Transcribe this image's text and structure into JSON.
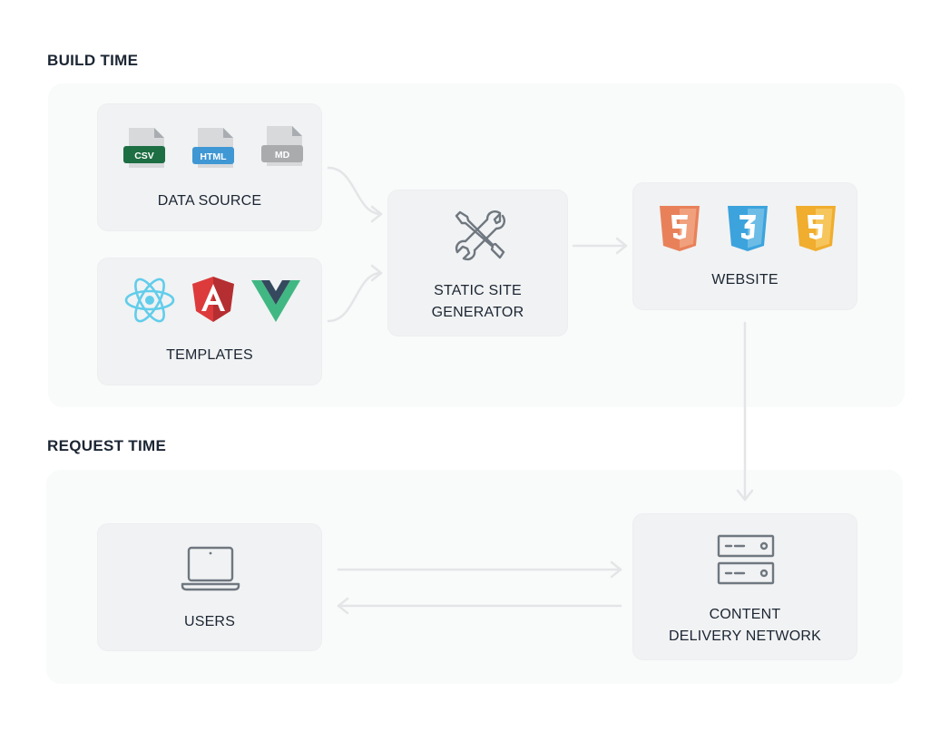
{
  "sections": {
    "build_time": "BUILD TIME",
    "request_time": "REQUEST TIME"
  },
  "nodes": {
    "data_source": {
      "label": "DATA SOURCE",
      "files": [
        {
          "name": "csv-file-icon",
          "text": "CSV",
          "color": "#1e6e43"
        },
        {
          "name": "html-file-icon",
          "text": "HTML",
          "color": "#3f98d4"
        },
        {
          "name": "md-file-icon",
          "text": "MD",
          "color": "#a9abad"
        }
      ]
    },
    "templates": {
      "label": "TEMPLATES",
      "icons": [
        "react-icon",
        "angular-icon",
        "vue-icon"
      ]
    },
    "generator": {
      "label_line1": "STATIC SITE",
      "label_line2": "GENERATOR",
      "icon": "tools-icon"
    },
    "website": {
      "label": "WEBSITE",
      "badges": [
        {
          "name": "html5-icon",
          "text": "5",
          "color": "#e8815a"
        },
        {
          "name": "css3-icon",
          "text": "3",
          "color": "#3ca3dd"
        },
        {
          "name": "js-icon",
          "text": "5",
          "color": "#f0ad2e"
        }
      ]
    },
    "users": {
      "label": "USERS",
      "icon": "laptop-icon"
    },
    "cdn": {
      "label_line1": "CONTENT",
      "label_line2": "DELIVERY NETWORK",
      "icon": "server-icon"
    }
  },
  "colors": {
    "arrow": "#e3e5e7",
    "icon_stroke": "#6f7780",
    "react": "#61cdeb",
    "angular_dark": "#b52e31",
    "angular_light": "#dd3a3c",
    "vue_green": "#41b883",
    "vue_dark": "#35495e"
  }
}
